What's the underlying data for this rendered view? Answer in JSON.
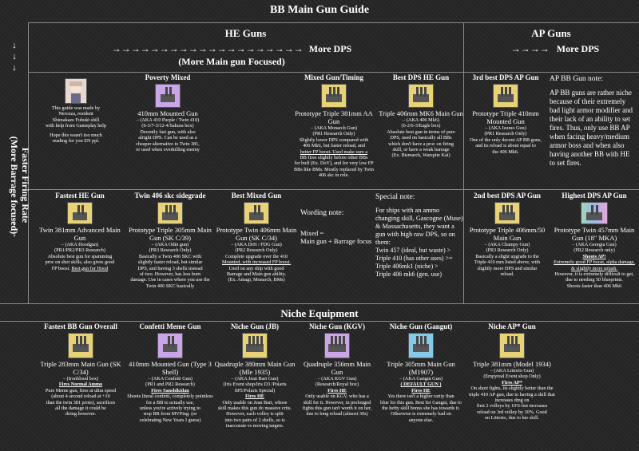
{
  "title": "BB Main Gun Guide",
  "headers": {
    "he": "HE Guns",
    "ap": "AP Guns",
    "he_arrows": "→→→→→→→→→→→→→→→→→→→→",
    "he_dps": "More DPS",
    "he_focus": "(More Main gun Focused)",
    "ap_arrows": "→→→→",
    "ap_dps": "More DPS"
  },
  "side": {
    "line1": "Faster Firing Rate",
    "line2": "(More Barrage focused)",
    "arrows": "↓↓↓↓"
  },
  "niche_header": "Niche Equipment",
  "credit": {
    "line1": "This guide was made by",
    "line2": "Nerozza, resident",
    "line3": "Shimakaze Fubuki shill",
    "line4": "with help from Gameplay help",
    "line5": "Hope this wasn't too much",
    "line6": "reading for you EN ppl."
  },
  "row1": [
    {
      "title": "Poverty Mixed",
      "name": "410mm Mounted Gun",
      "note1": "– (AKA 410 Purple / Twin 410)",
      "note2": "(6-3/7-3/12-4/Sakura box)",
      "note3": "Decently fast gun, with also",
      "note4": "alright DPS. Can be used as a",
      "note5": "cheaper alternative to Twin 381,",
      "note6": "or used when overkilling enemy",
      "note7": ""
    },
    {
      "title": "Mixed Gun/Timing",
      "name": "Prototype Triple 381mm AA Gun",
      "note1": "– (AKA Monarch Gun)",
      "note2": "(PR1 Research Only)",
      "note3": "Slightly lower DPS compared with",
      "note4": "406 Mk6, but faster reload, and",
      "note5": "better FP boost. Used make sure a",
      "note6": "BB fires slightly before other BBs",
      "note7": "for buff (Ex. DoY), and for very low FP BBs like BMs. Mostly replaced by Twin 406 skc in role."
    },
    {
      "title": "Best DPS HE Gun",
      "name": "Triple 406mm MK6 Main Gun",
      "note1": "– (AKA 406 Mk6)",
      "note2": "(6-2/6-3/Eagle box)",
      "note3": "Absolute best gun in terms of pure",
      "note4": "DPS, used on basically all BBs",
      "note5": "which don't have a proc on firing",
      "note6": "skill, or have a weak barrage",
      "note7": "(Ex. Bismarck, Warspite Kai)"
    },
    {
      "title": "3rd best DPS AP Gun",
      "name": "Prototype Triple 410mm Mounted Gun",
      "note1": "– (AKA Izumo Gun)",
      "note2": "(PR1 Research Only)",
      "note3": "One of the only decent AP BB guns,",
      "note4": "and its reload is about equal to",
      "note5": "the 406 Mk6.",
      "note6": "",
      "note7": ""
    }
  ],
  "ap_note": {
    "head": "AP BB Gun note:",
    "body": "AP BB guns are rather niche because of their extremely bad light armor modifier and their lack of an ability to set fires. Thus, only use BB AP when facing heavy/medium armor boss and when also having another BB with HE to set fires."
  },
  "row2": [
    {
      "title": "Fastest HE Gun",
      "name": "Twin 381mm Advanced Main Gun",
      "note1": "– (AKA Hoodgun)",
      "note2": "(PR1/PR2/PR3 Research)",
      "note3": "Absolute best gun for spamming",
      "note4": "proc on shot skills, also gives good",
      "note5": "FP boost.",
      "note6": "Best gun for Hood",
      "note7": ""
    },
    {
      "title": "Twin 406 skc sidegrade",
      "name": "Prototype Triple 305mm Main Gun (SK C/39)",
      "note1": "– (AKA Odin gun)",
      "note2": "(PR3 Research Only)",
      "note3": "Basically a Twin 406 SKC with",
      "note4": "slightly faster reload, but similar",
      "note5": "DPS, and having 3 shells instead",
      "note6": "of two. However, has less burn",
      "note7": "damage. Use in cases where you use the Twin 406 SKC basically"
    },
    {
      "title": "Best Mixed Gun",
      "name": "Prototype Twin 406mm Main Gun (SK C/34)",
      "note1": "– (AKA DrH / FDG Gun)",
      "note2": "(PR2 Research Only)",
      "note3": "Complete upgrade over the 410",
      "note4": "Mounted, with increased FP boost.",
      "note5": "Used on any ship with good",
      "note6": "Barrage and Main gun ability.",
      "note7": "(Ex. Amagi, Monarch, BMs)"
    },
    {
      "title": "2nd best DPS AP Gun",
      "name": "Prototype Triple 406mm/50 Main Gun",
      "note1": "– (AKA Champy Gun)",
      "note2": "(PR3 Research Only)",
      "note3": "Basically a slight upgrade to the",
      "note4": "Triple 410 mm listed above, with",
      "note5": "slightly more DPS and similar",
      "note6": "reload.",
      "note7": ""
    },
    {
      "title": "Highest DPS AP Gun",
      "name": "Prototype Twin 457mm Main Gun (18\" MKA)",
      "note1": "– (AKA Georgia Gun)",
      "note2": "(PR2 Research only)",
      "note3": "Shoots AP!",
      "note4": "Extremely good FP boost, alpha damage, & slightly more splash.",
      "note5": "However, it is extremely difficult to get, due to needing 50 blueprints.",
      "note6": "Shoots faster than 406 Mk6",
      "note7": ""
    }
  ],
  "wording": {
    "head": "Wording note:",
    "line1": "Mixed =",
    "line2": "Main gun + Barrage focus"
  },
  "special": {
    "head": "Special note:",
    "body": "For ships with an ammo changing skill, Gascogne (Muse) & Massachusetts, they want a gun with high raw DPS, so on them:",
    "l1": "Twin 457 (ideal, but waste) >",
    "l2": "Triple 410 (has other uses) >=",
    "l3": "Triple 406mk1 (niche) >",
    "l4": "Triple 406 mk6 (gen. use)"
  },
  "row3": [
    {
      "title": "Fastest BB Gun Overall",
      "name": "Triple 283mm Main Gun (SK C/34)",
      "note1": "– (Ironblood box)",
      "note2": "Fires Normal Ammo",
      "note3": "Pure Meme gun, fires at ultra speed",
      "note4": "(about 4 second reload at +10",
      "note5": "than the twin 381 proto), sacrifices",
      "note6": "all the damage it could be",
      "note7": "doing however."
    },
    {
      "title": "Confetti Meme Gun",
      "name": "410mm Mounted Gun (Type 3 Shell)",
      "note1": "– (AKA Confetti Gun)",
      "note2": "(PR1 and PR2 Research)",
      "note3": "Fires Sanshikidan",
      "note4": "Shoots literal confetti, completely pointless for a BB to actually use,",
      "note5": "unless you're actively trying to",
      "note6": "stop BB from MVPing. (or",
      "note7": "celebrating New Years I guess)"
    },
    {
      "title": "Niche Gun (JB)",
      "name": "Quadruple 380mm Main Gun (Mle 1935)",
      "note1": "– (AKA Jean Bart Gun)",
      "note2": "(Iris Event shop/Iris D3 /Polaris SP5/Polaris Special)",
      "note3": "Fires HE",
      "note4": "Only usable on Jean Bart, whose",
      "note5": "skill makes this gun do massive crits. However, each volley is split",
      "note6": "into two pairs of 2 shells, so is",
      "note7": "inaccurate vs moving targets."
    },
    {
      "title": "Niche Gun (KGV)",
      "name": "Quadruple 356mm Main Gun",
      "note1": "– (AKA KGV Gun)",
      "note2": "(Research/Royal box)",
      "note3": "Fires HE",
      "note4": "Only usable on KGV, who has a",
      "note5": "skill for it. However, in prolonged fights this gun isn't worth it on her,",
      "note6": "due to long reload (almost 30s)",
      "note7": ""
    },
    {
      "title": "Niche Gun (Gangut)",
      "name": "Triple 305mm Main Gun (M1907)",
      "note1": "– (AKA Gangut Gun)",
      "note2": "( DEFAULT GUN )",
      "note3": "Fires HE",
      "note4": "Yes there isn't a higher rarity than",
      "note5": "blue for this gun. Best for Gangut, due to the hefty skill bonus she has towards it.",
      "note6": "Otherwise is extremely bad on",
      "note7": "anyone else."
    },
    {
      "title": "Niche AP* Gun",
      "name": "Triple 381mm (Model 1934)",
      "note1": "– (AKA Littorio Gun)",
      "note2": "(Empyreal Event shop Only)",
      "note3": "Fires AP*",
      "note4": "On short fights, its slightly better than the triple 410 AP gun, due to having a skill that increases dmg on",
      "note5": "first 2 volleys by 10% but increases",
      "note6": "reload on 3rd volley by 30%. Good",
      "note7": "on Littorio, due to her skill."
    }
  ],
  "colors": {
    "background": "#262626",
    "line": "#8a8a8a",
    "gun_purple": "#c9a6e8",
    "gun_gold": "#e7d277",
    "gun_blue": "#86c9e8",
    "gun_rainbow": "#9fd8b8"
  }
}
